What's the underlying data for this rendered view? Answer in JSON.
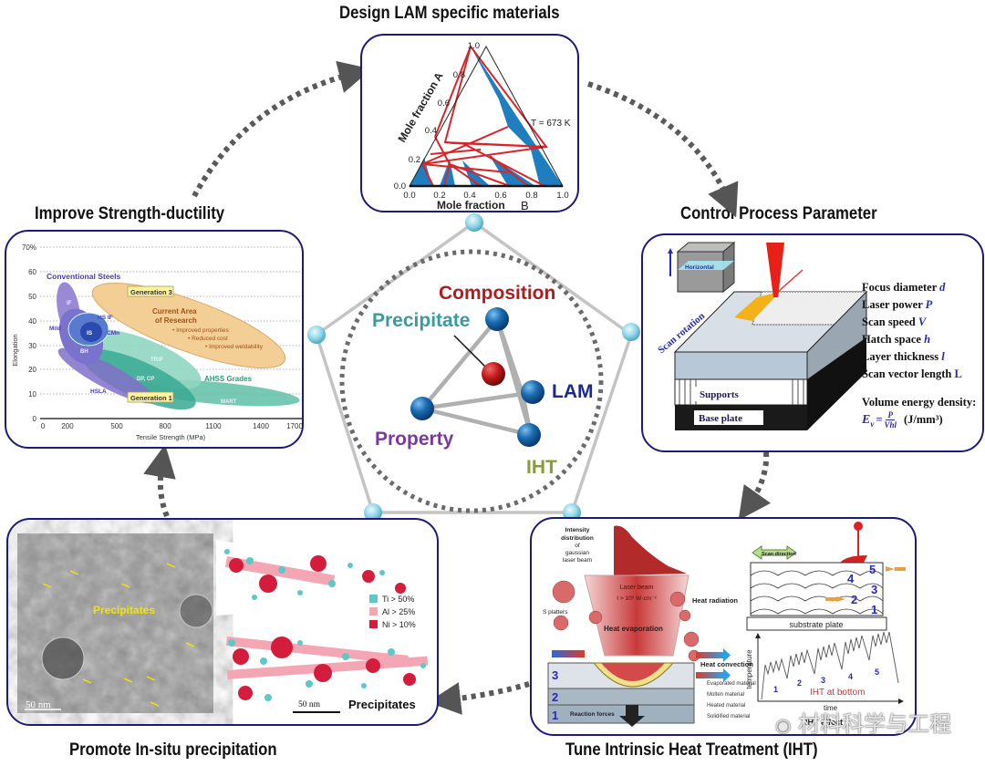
{
  "titles": {
    "top": "Design LAM specific materials",
    "left": "Improve Strength-ductility",
    "right": "Control Process Parameter",
    "bottom_left": "Promote In-situ precipitation",
    "bottom_right": "Tune Intrinsic Heat Treatment (IHT)"
  },
  "center": {
    "labels": {
      "composition": "Composition",
      "precipitate": "Precipitate",
      "lam": "LAM",
      "property": "Property",
      "iht": "IHT"
    },
    "colors": {
      "composition": "#b01c1c",
      "precipitate": "#3a9aa0",
      "lam": "#1c2a8a",
      "property": "#7a3a9a",
      "iht": "#8a9a40"
    }
  },
  "ternary": {
    "axis_left_label": "Mole fraction A",
    "axis_bottom_label": "Mole fraction",
    "axis_bottom_var": "B",
    "left_ticks": [
      "0.0",
      "0.2",
      "0.4",
      "0.6",
      "0.8",
      "1.0"
    ],
    "bottom_ticks": [
      "0.0",
      "0.2",
      "0.4",
      "0.6",
      "0.8",
      "1.0"
    ],
    "temperature_label": "T = 673 K"
  },
  "steel_chart": {
    "ylabel": "Elongation",
    "xlabel": "Tensile Strength (MPa)",
    "y_ticks": [
      "0",
      "10",
      "20",
      "30",
      "40",
      "50",
      "60",
      "70%"
    ],
    "x_ticks": [
      "0",
      "200",
      "500",
      "800",
      "1100",
      "1400",
      "1700"
    ],
    "labels": {
      "conventional": "Conventional Steels",
      "gen3": "Generation 3",
      "gen1": "Generation 1",
      "current_area_1": "Current Area",
      "current_area_2": "of Research",
      "bullet1": "• Improved properties",
      "bullet2": "• Reduced cost",
      "bullet3": "• Improved weldability",
      "ahss": "AHSS Grades",
      "if": "IF",
      "hsif": "HS IF",
      "mild": "Mild",
      "is": "IS",
      "cmn": "CMn",
      "bh": "BH",
      "trip": "TRIP",
      "dpcp": "DP, CP",
      "hsla": "HSLA",
      "mart": "MART"
    }
  },
  "process": {
    "box_label": "Horizontal",
    "scan_rotation": "Scan rotation",
    "supports": "Supports",
    "base_plate": "Base plate",
    "params": [
      {
        "name": "Focus diameter",
        "symbol": "d"
      },
      {
        "name": "Laser power",
        "symbol": "P"
      },
      {
        "name": "Scan speed",
        "symbol": "V"
      },
      {
        "name": "Hatch space",
        "symbol": "h"
      },
      {
        "name": "Layer thickness",
        "symbol": "l"
      },
      {
        "name": "Scan vector length",
        "symbol": "L"
      }
    ],
    "energy_title": "Volume energy density:",
    "energy_lhs": "E",
    "energy_sub": "v",
    "energy_num": "P",
    "energy_den": "Vhl",
    "energy_unit": "(J/mm³)"
  },
  "precip": {
    "tem_label": "Precipitates",
    "tem_scale": "50 nm",
    "apt_scale": "50 nm",
    "apt_caption": "Precipitates",
    "legend": [
      {
        "label": "Ti > 50%",
        "color": "#5cc8c8"
      },
      {
        "label": "Al > 25%",
        "color": "#f4a6b4"
      },
      {
        "label": "Ni > 10%",
        "color": "#d41c3c"
      }
    ]
  },
  "iht": {
    "intensity_1": "Intensity",
    "intensity_2": "distribution",
    "intensity_3": "of",
    "intensity_4": "gaussian",
    "intensity_5": "laser beam",
    "laser_beam": "Laser beam",
    "laser_intensity": "I > 10⁶ W·cm⁻²",
    "spatters": "S platters",
    "heat_radiation": "Heat radiation",
    "heat_evaporation": "Heat evaporation",
    "heat_convection": "Heat convection",
    "legend": [
      "Evaporated material",
      "Molten material",
      "Heated material",
      "Solidified material"
    ],
    "reaction_forces": "Reaction forces",
    "layers": [
      "1",
      "2",
      "3"
    ],
    "scan_direction": "Scan direction",
    "substrate": "substrate plate",
    "stack_numbers": [
      "5",
      "4",
      "3",
      "2",
      "1"
    ],
    "temp_label": "temperature",
    "time_label": "time",
    "peak_labels": [
      "1",
      "2",
      "3",
      "4",
      "5"
    ],
    "iht_caption": "IHT at bottom",
    "iht_effect": "IHT effect"
  },
  "watermark": "材料科学与工程"
}
